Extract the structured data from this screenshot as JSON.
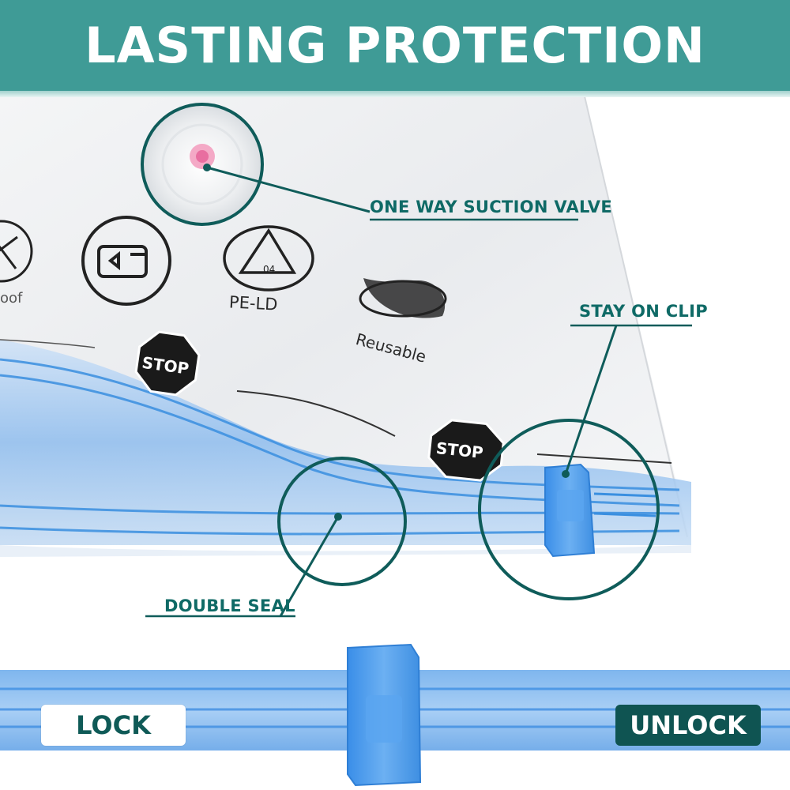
{
  "banner": {
    "title": "LASTING PROTECTION"
  },
  "callouts": {
    "valve": "ONE  WAY SUCTION VALVE",
    "clip": "STAY  ON CLIP",
    "seal": "DOUBLE SEAL"
  },
  "bag_print": {
    "material": "PE-LD",
    "reusable": "Reusable",
    "stop_1": "STOP",
    "stop_2": "STOP",
    "recycle_code": "04",
    "partial": "oof"
  },
  "buttons": {
    "lock": "LOCK",
    "unlock": "UNLOCK"
  },
  "colors": {
    "banner": "#3f9b96",
    "accent_dark": "#0f5452",
    "callout": "#0f6a66",
    "seal_blue": "#3a8fe0"
  },
  "icons": [
    "one-way-valve-icon",
    "recycle-arrows-icon",
    "recycle-triangle-icon",
    "reusable-leaf-icon",
    "stop-sign-icon",
    "clip-icon"
  ]
}
